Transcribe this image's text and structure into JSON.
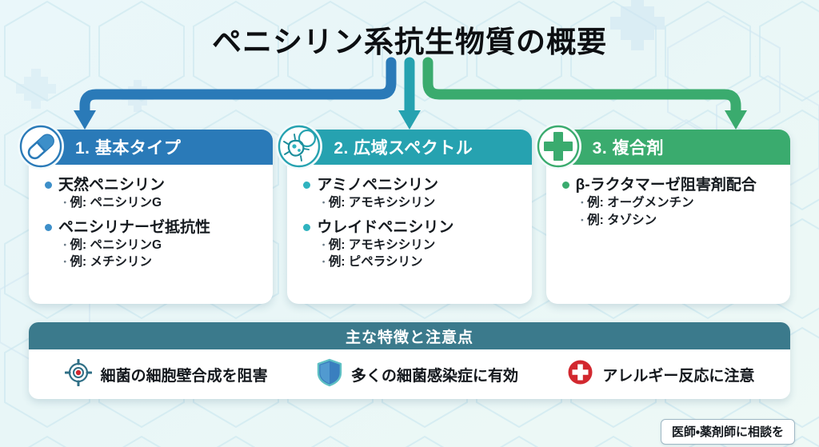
{
  "page": {
    "title": "ペニシリン系抗生物質の概要"
  },
  "colors": {
    "card1": "#2a7ab8",
    "card2": "#26a2b0",
    "card3": "#3aab6e",
    "features_header": "#3b7a8c",
    "alert_red": "#d2282f",
    "background": "#eaf7fa"
  },
  "cards": [
    {
      "icon": "pill-capsule-icon",
      "heading": "1. 基本タイプ",
      "color": "#2a7ab8",
      "items": [
        {
          "label": "天然ペニシリン",
          "examples": [
            "例: ペニシリンG"
          ]
        },
        {
          "label": "ペニシリナーゼ抵抗性",
          "examples": [
            "例: ペニシリンG",
            "例: メチシリン"
          ]
        }
      ]
    },
    {
      "icon": "bacteria-microscope-icon",
      "heading": "2. 広域スペクトル",
      "color": "#26a2b0",
      "items": [
        {
          "label": "アミノペニシリン",
          "examples": [
            "例: アモキシシリン"
          ]
        },
        {
          "label": "ウレイドペニシリン",
          "examples": [
            "例: アモキシシリン",
            "例: ピペラシリン"
          ]
        }
      ]
    },
    {
      "icon": "medical-cross-icon",
      "heading": "3. 複合剤",
      "color": "#3aab6e",
      "items": [
        {
          "label": "β-ラクタマーゼ阻害剤配合",
          "examples": [
            "例: オーグメンチン",
            "例: タゾシン"
          ]
        }
      ]
    }
  ],
  "features": {
    "heading": "主な特徴と注意点",
    "items": [
      {
        "icon": "crosshair-target-icon",
        "label": "細菌の細胞壁合成を阻害"
      },
      {
        "icon": "shield-icon",
        "label": "多くの細菌感染症に有効"
      },
      {
        "icon": "red-cross-alert-icon",
        "label": "アレルギー反応に注意"
      }
    ]
  },
  "footer": {
    "badge": "医師・薬剤師に相談を"
  }
}
